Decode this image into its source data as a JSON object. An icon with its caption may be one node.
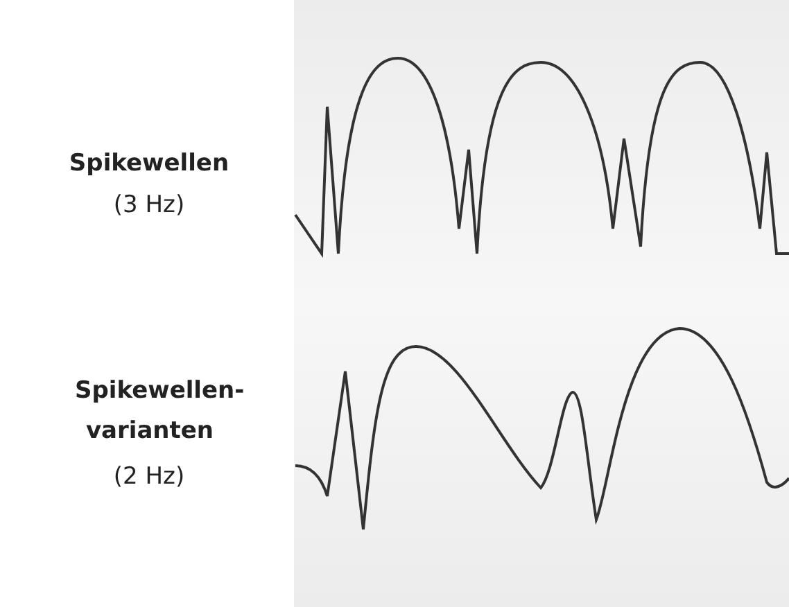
{
  "diagram": {
    "labels": [
      "Spikewellen",
      "(3 Hz)",
      "Spikewellen- varianten",
      "(2 Hz)"
    ]
  }
}
